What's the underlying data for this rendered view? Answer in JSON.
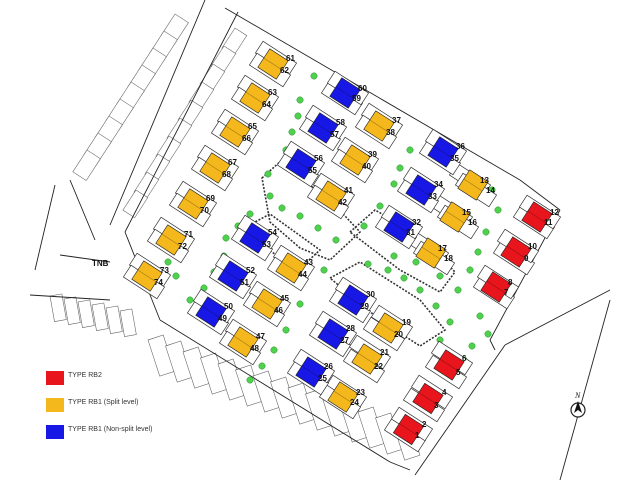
{
  "road_label": "TNB",
  "north_label": "N",
  "colors": {
    "rb2": "#e8161c",
    "rb1_split": "#f5b81c",
    "rb1_nonsplit": "#1818e6",
    "tree": "#4ed24e",
    "line": "#222222"
  },
  "legend": [
    {
      "type": "rb2",
      "label": "TYPE RB2"
    },
    {
      "type": "rb1_split",
      "label": "TYPE RB1 (Split level)"
    },
    {
      "type": "rb1_nonsplit",
      "label": "TYPE RB1 (Non-split level)"
    }
  ],
  "lots": [
    {
      "n": "1",
      "type": "rb2"
    },
    {
      "n": "2",
      "type": "rb2"
    },
    {
      "n": "3",
      "type": "rb2"
    },
    {
      "n": "4",
      "type": "rb2"
    },
    {
      "n": "5",
      "type": "rb2"
    },
    {
      "n": "6",
      "type": "rb2"
    },
    {
      "n": "7",
      "type": "rb2"
    },
    {
      "n": "8",
      "type": "rb2"
    },
    {
      "n": "9",
      "type": "rb2"
    },
    {
      "n": "10",
      "type": "rb2"
    },
    {
      "n": "11",
      "type": "rb2"
    },
    {
      "n": "12",
      "type": "rb2"
    },
    {
      "n": "13",
      "type": "rb1_split"
    },
    {
      "n": "14",
      "type": "rb1_split"
    },
    {
      "n": "15",
      "type": "rb1_split"
    },
    {
      "n": "16",
      "type": "rb1_split"
    },
    {
      "n": "17",
      "type": "rb1_split"
    },
    {
      "n": "18",
      "type": "rb1_split"
    },
    {
      "n": "19",
      "type": "rb1_split"
    },
    {
      "n": "20",
      "type": "rb1_split"
    },
    {
      "n": "21",
      "type": "rb1_split"
    },
    {
      "n": "22",
      "type": "rb1_split"
    },
    {
      "n": "23",
      "type": "rb1_split"
    },
    {
      "n": "24",
      "type": "rb1_split"
    },
    {
      "n": "25",
      "type": "rb1_nonsplit"
    },
    {
      "n": "26",
      "type": "rb1_nonsplit"
    },
    {
      "n": "27",
      "type": "rb1_nonsplit"
    },
    {
      "n": "28",
      "type": "rb1_nonsplit"
    },
    {
      "n": "29",
      "type": "rb1_nonsplit"
    },
    {
      "n": "30",
      "type": "rb1_nonsplit"
    },
    {
      "n": "31",
      "type": "rb1_nonsplit"
    },
    {
      "n": "32",
      "type": "rb1_nonsplit"
    },
    {
      "n": "33",
      "type": "rb1_nonsplit"
    },
    {
      "n": "34",
      "type": "rb1_nonsplit"
    },
    {
      "n": "35",
      "type": "rb1_nonsplit"
    },
    {
      "n": "36",
      "type": "rb1_nonsplit"
    },
    {
      "n": "37",
      "type": "rb1_split"
    },
    {
      "n": "38",
      "type": "rb1_split"
    },
    {
      "n": "39",
      "type": "rb1_split"
    },
    {
      "n": "40",
      "type": "rb1_split"
    },
    {
      "n": "41",
      "type": "rb1_split"
    },
    {
      "n": "42",
      "type": "rb1_split"
    },
    {
      "n": "43",
      "type": "rb1_split"
    },
    {
      "n": "44",
      "type": "rb1_split"
    },
    {
      "n": "45",
      "type": "rb1_split"
    },
    {
      "n": "46",
      "type": "rb1_split"
    },
    {
      "n": "47",
      "type": "rb1_split"
    },
    {
      "n": "48",
      "type": "rb1_split"
    },
    {
      "n": "49",
      "type": "rb1_nonsplit"
    },
    {
      "n": "50",
      "type": "rb1_nonsplit"
    },
    {
      "n": "51",
      "type": "rb1_nonsplit"
    },
    {
      "n": "52",
      "type": "rb1_nonsplit"
    },
    {
      "n": "53",
      "type": "rb1_nonsplit"
    },
    {
      "n": "54",
      "type": "rb1_nonsplit"
    },
    {
      "n": "55",
      "type": "rb1_nonsplit"
    },
    {
      "n": "56",
      "type": "rb1_nonsplit"
    },
    {
      "n": "57",
      "type": "rb1_nonsplit"
    },
    {
      "n": "58",
      "type": "rb1_nonsplit"
    },
    {
      "n": "59",
      "type": "rb1_nonsplit"
    },
    {
      "n": "60",
      "type": "rb1_nonsplit"
    },
    {
      "n": "61",
      "type": "rb1_split"
    },
    {
      "n": "62",
      "type": "rb1_split"
    },
    {
      "n": "63",
      "type": "rb1_split"
    },
    {
      "n": "64",
      "type": "rb1_split"
    },
    {
      "n": "65",
      "type": "rb1_split"
    },
    {
      "n": "66",
      "type": "rb1_split"
    },
    {
      "n": "67",
      "type": "rb1_split"
    },
    {
      "n": "68",
      "type": "rb1_split"
    },
    {
      "n": "69",
      "type": "rb1_split"
    },
    {
      "n": "70",
      "type": "rb1_split"
    },
    {
      "n": "71",
      "type": "rb1_split"
    },
    {
      "n": "72",
      "type": "rb1_split"
    },
    {
      "n": "73",
      "type": "rb1_split"
    },
    {
      "n": "74",
      "type": "rb1_split"
    }
  ]
}
